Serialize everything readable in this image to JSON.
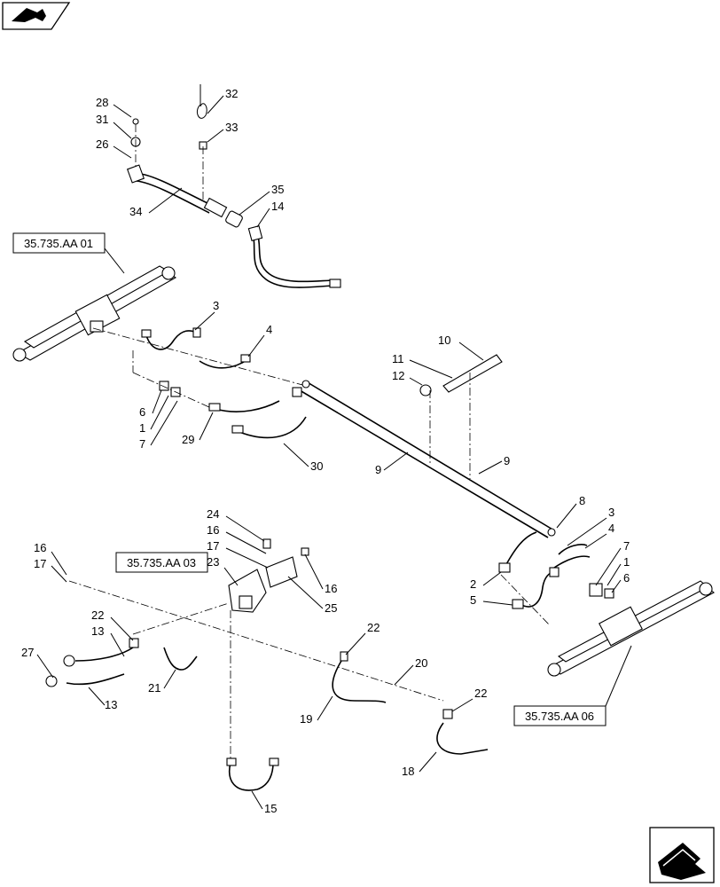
{
  "nav": {
    "top_icon": "page-back-arrow-icon",
    "bottom_icon": "page-forward-arrow-icon"
  },
  "references": {
    "ref_aa01": "35.735.AA 01",
    "ref_aa03": "35.735.AA 03",
    "ref_aa06": "35.735.AA 06"
  },
  "callouts": {
    "c1a": "1",
    "c1b": "1",
    "c2": "2",
    "c3a": "3",
    "c3b": "3",
    "c4a": "4",
    "c4b": "4",
    "c5": "5",
    "c6a": "6",
    "c6b": "6",
    "c7a": "7",
    "c7b": "7",
    "c8": "8",
    "c9a": "9",
    "c9b": "9",
    "c10": "10",
    "c11": "11",
    "c12": "12",
    "c13a": "13",
    "c13b": "13",
    "c14": "14",
    "c15": "15",
    "c16a": "16",
    "c16b": "16",
    "c16c": "16",
    "c17a": "17",
    "c17b": "17",
    "c18": "18",
    "c19": "19",
    "c20": "20",
    "c21": "21",
    "c22a": "22",
    "c22b": "22",
    "c22c": "22",
    "c23": "23",
    "c24": "24",
    "c25": "25",
    "c26": "26",
    "c27": "27",
    "c28": "28",
    "c29": "29",
    "c30": "30",
    "c31": "31",
    "c32": "32",
    "c33": "33",
    "c34": "34",
    "c35": "35"
  }
}
